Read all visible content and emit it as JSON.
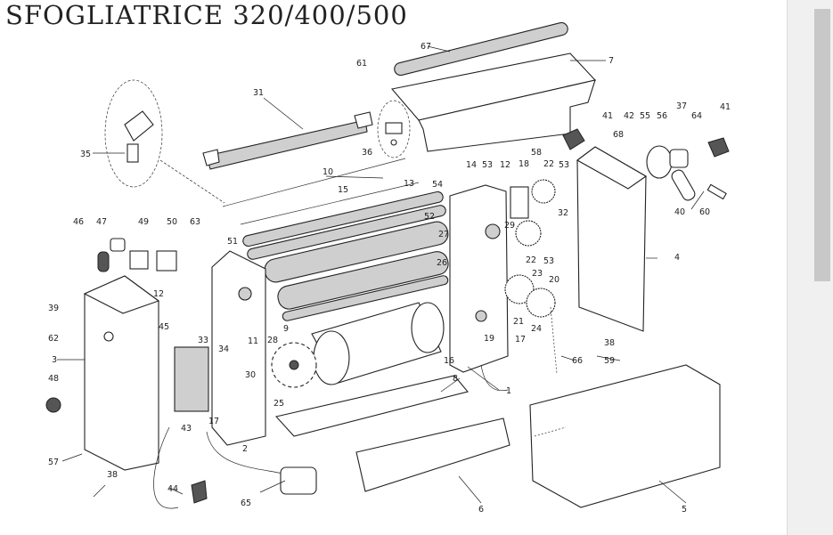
{
  "title": "SFOGLIATRICE 320/400/500",
  "colors": {
    "ink": "#222222",
    "paper": "#ffffff",
    "scrollbar": "#f0f0f0",
    "thumb": "#c8c8c8"
  },
  "icons": {
    "scroll_up": "chevron-up-icon"
  },
  "labels": [
    "1",
    "2",
    "3",
    "4",
    "5",
    "6",
    "7",
    "8",
    "9",
    "10",
    "11",
    "12",
    "13",
    "14",
    "15",
    "16",
    "17",
    "18",
    "19",
    "20",
    "21",
    "22",
    "23",
    "24",
    "25",
    "26",
    "27",
    "28",
    "29",
    "30",
    "31",
    "32",
    "33",
    "34",
    "35",
    "36",
    "37",
    "38",
    "39",
    "40",
    "41",
    "42",
    "43",
    "44",
    "45",
    "46",
    "47",
    "48",
    "49",
    "50",
    "51",
    "52",
    "53",
    "54",
    "55",
    "56",
    "57",
    "58",
    "59",
    "60",
    "61",
    "62",
    "63",
    "64",
    "65",
    "66",
    "67",
    "68"
  ]
}
